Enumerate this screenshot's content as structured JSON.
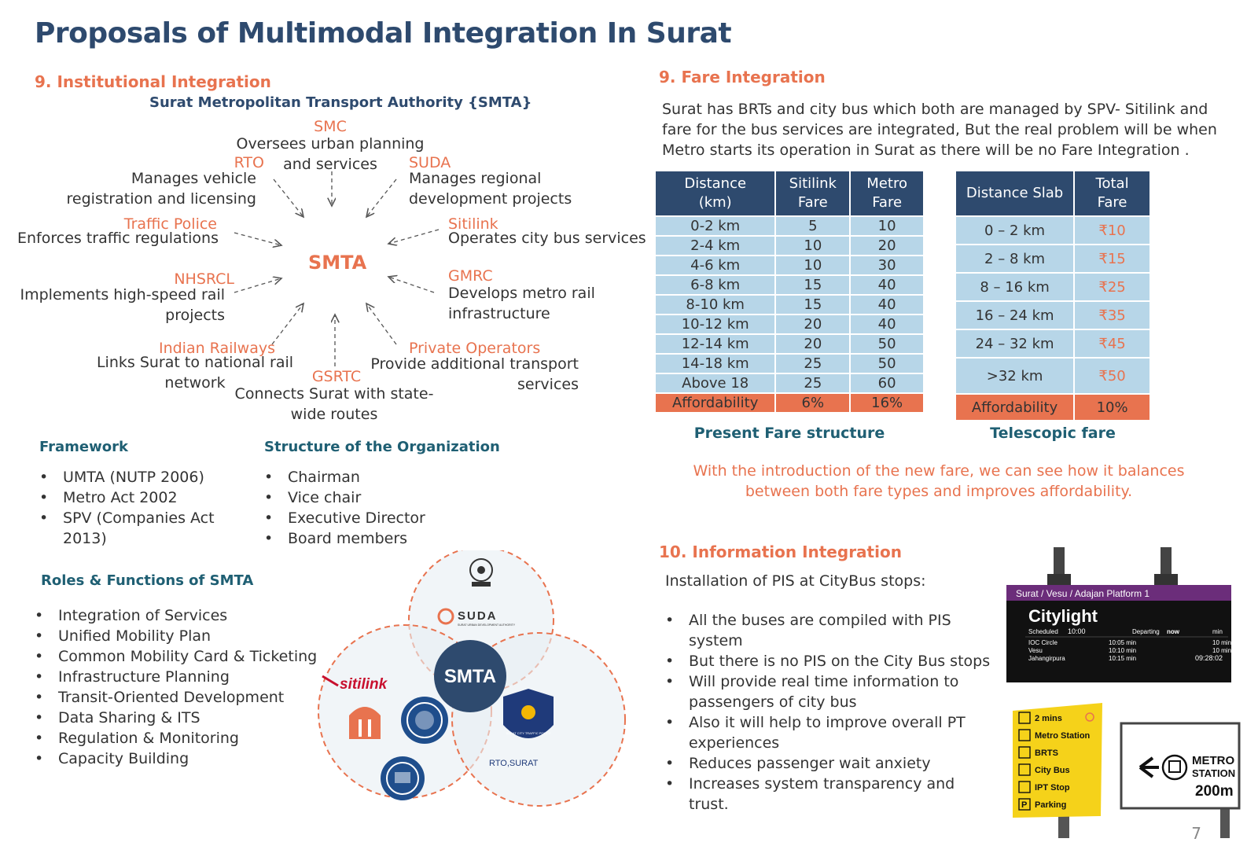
{
  "title": "Proposals of Multimodal Integration In Surat",
  "institutional": {
    "heading": "9. Institutional Integration",
    "subtitle": "Surat Metropolitan Transport Authority {SMTA}",
    "center": "SMTA",
    "nodes": [
      {
        "name": "SMC",
        "desc1": "Oversees urban planning",
        "desc2": "and services"
      },
      {
        "name": "RTO",
        "desc1": "Manages vehicle",
        "desc2": "registration and licensing"
      },
      {
        "name": "SUDA",
        "desc1": "Manages regional",
        "desc2": "development projects"
      },
      {
        "name": "Traffic Police",
        "desc1": "Enforces traffic regulations"
      },
      {
        "name": "Sitilink",
        "desc1": "Operates city bus services"
      },
      {
        "name": "NHSRCL",
        "desc1": "Implements high-speed rail",
        "desc2": "projects"
      },
      {
        "name": "GMRC",
        "desc1": "Develops metro rail",
        "desc2": "infrastructure"
      },
      {
        "name": "Indian Railways",
        "desc1": "Links Surat to national rail",
        "desc2": "network"
      },
      {
        "name": "Private Operators",
        "desc1": "Provide additional transport",
        "desc2": "services"
      },
      {
        "name": "GSRTC",
        "desc1": "Connects Surat with state-",
        "desc2": "wide routes"
      }
    ]
  },
  "framework": {
    "heading": "Framework",
    "items": [
      "UMTA (NUTP 2006)",
      "Metro Act 2002",
      "SPV (Companies Act",
      "2013)"
    ]
  },
  "structure": {
    "heading": "Structure of the Organization",
    "items": [
      "Chairman",
      "Vice chair",
      "Executive Director",
      "Board members"
    ]
  },
  "roles": {
    "heading": "Roles & Functions of SMTA",
    "items": [
      "Integration of Services",
      "Unified Mobility Plan",
      "Common Mobility Card & Ticketing",
      "Infrastructure Planning",
      "Transit-Oriented Development",
      "Data Sharing & ITS",
      "Regulation & Monitoring",
      "Capacity Building"
    ]
  },
  "venn": {
    "center": "SMTA",
    "suda": "SUDA",
    "suda_sub": "SURAT URBAN DEVELOPMENT AUTHORITY",
    "sitilink": "sitilink",
    "rto": "RTO,SURAT",
    "police_badge": "SURAT CITY TRAFFIC POLICE"
  },
  "fare": {
    "heading": "9. Fare Integration",
    "para1": "Surat has BRTs and city bus which both are managed by SPV- Sitilink and",
    "para2": "fare for the bus services are integrated, But the real problem will be when",
    "para3": "Metro starts its operation in Surat as there will be no Fare Integration .",
    "present": {
      "headers": [
        "Distance",
        "(km)",
        "Sitilink",
        "Fare",
        "Metro",
        "Fare"
      ],
      "rows": [
        [
          "0-2 km",
          "5",
          "10"
        ],
        [
          "2-4 km",
          "10",
          "20"
        ],
        [
          "4-6 km",
          "10",
          "30"
        ],
        [
          "6-8 km",
          "15",
          "40"
        ],
        [
          "8-10 km",
          "15",
          "40"
        ],
        [
          "10-12 km",
          "20",
          "40"
        ],
        [
          "12-14 km",
          "20",
          "50"
        ],
        [
          "14-18 km",
          "25",
          "50"
        ],
        [
          "Above 18",
          "25",
          "60"
        ]
      ],
      "afford": [
        "Affordability",
        "6%",
        "16%"
      ],
      "caption": "Present Fare structure"
    },
    "telescopic": {
      "headers": [
        "Distance Slab",
        "Total",
        "Fare"
      ],
      "rows": [
        [
          "0 – 2 km",
          "₹10"
        ],
        [
          "2 – 8 km",
          "₹15"
        ],
        [
          "8 – 16 km",
          "₹25"
        ],
        [
          "16 – 24 km",
          "₹35"
        ],
        [
          "24 – 32 km",
          "₹45"
        ],
        [
          ">32 km",
          "₹50"
        ]
      ],
      "afford": [
        "Affordability",
        "10%"
      ],
      "caption": "Telescopic fare"
    },
    "note1": "With the introduction of the new fare, we can see how it balances",
    "note2": "between both fare types and improves affordability."
  },
  "info": {
    "heading": "10. Information Integration",
    "intro": "Installation of PIS at CityBus stops:",
    "items": [
      [
        "All the buses are compiled with PIS",
        "system"
      ],
      [
        "But there is no PIS on the City Bus stops"
      ],
      [
        "Will provide real time information to",
        "passengers of city bus"
      ],
      [
        "Also it will help to improve overall PT",
        "experiences"
      ],
      [
        "Reduces passenger wait anxiety"
      ],
      [
        "Increases system transparency and trust."
      ]
    ]
  },
  "pis": {
    "header": "Surat / Vesu / Adajan Platform 1",
    "brand": "Citylight",
    "scheduled_label": "Scheduled",
    "scheduled_time": "10:00",
    "departing_label": "Departing",
    "departing_value": "now",
    "min_label": "min",
    "rows": [
      [
        "IOC Circle",
        "10:05 min",
        "10 min"
      ],
      [
        "Vesu",
        "10:10 min",
        "10 min"
      ],
      [
        "Jahangirpura",
        "10:15 min",
        "09:28:02"
      ]
    ]
  },
  "yellow_sign": {
    "rows": [
      "2  mins",
      "Metro Station",
      "BRTS",
      "City Bus",
      "IPT Stop",
      "Parking"
    ]
  },
  "metro_sign": {
    "line1": "METRO",
    "line2": "STATION",
    "line3": "200m"
  },
  "page_number": "7",
  "colors": {
    "navy": "#2e4a6e",
    "orange": "#e8734f",
    "light_blue": "#b7d6e8",
    "teal": "#1f5f73"
  }
}
